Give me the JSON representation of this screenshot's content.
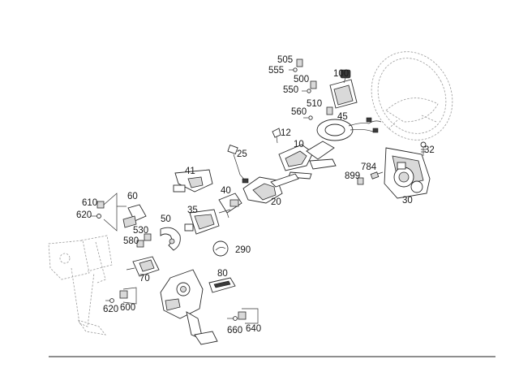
{
  "callouts": [
    {
      "id": "505",
      "text": "505"
    },
    {
      "id": "555",
      "text": "555"
    },
    {
      "id": "100",
      "text": "100"
    },
    {
      "id": "500",
      "text": "500"
    },
    {
      "id": "550",
      "text": "550"
    },
    {
      "id": "510",
      "text": "510"
    },
    {
      "id": "560",
      "text": "560"
    },
    {
      "id": "45",
      "text": "45"
    },
    {
      "id": "12",
      "text": "12"
    },
    {
      "id": "10",
      "text": "10"
    },
    {
      "id": "25",
      "text": "25"
    },
    {
      "id": "32",
      "text": "32"
    },
    {
      "id": "784",
      "text": "784"
    },
    {
      "id": "899",
      "text": "899"
    },
    {
      "id": "41",
      "text": "41"
    },
    {
      "id": "40",
      "text": "40"
    },
    {
      "id": "20",
      "text": "20"
    },
    {
      "id": "30",
      "text": "30"
    },
    {
      "id": "610",
      "text": "610"
    },
    {
      "id": "60",
      "text": "60"
    },
    {
      "id": "620a",
      "text": "620"
    },
    {
      "id": "35",
      "text": "35"
    },
    {
      "id": "50",
      "text": "50"
    },
    {
      "id": "530",
      "text": "530"
    },
    {
      "id": "580",
      "text": "580"
    },
    {
      "id": "290",
      "text": "290"
    },
    {
      "id": "70",
      "text": "70"
    },
    {
      "id": "80",
      "text": "80"
    },
    {
      "id": "620b",
      "text": "620"
    },
    {
      "id": "600",
      "text": "600"
    },
    {
      "id": "660",
      "text": "660"
    },
    {
      "id": "640",
      "text": "640"
    }
  ],
  "colors": {
    "line": "#2a2a2a",
    "ghost": "#9a9a9a",
    "rule": "#4a4a4a"
  }
}
